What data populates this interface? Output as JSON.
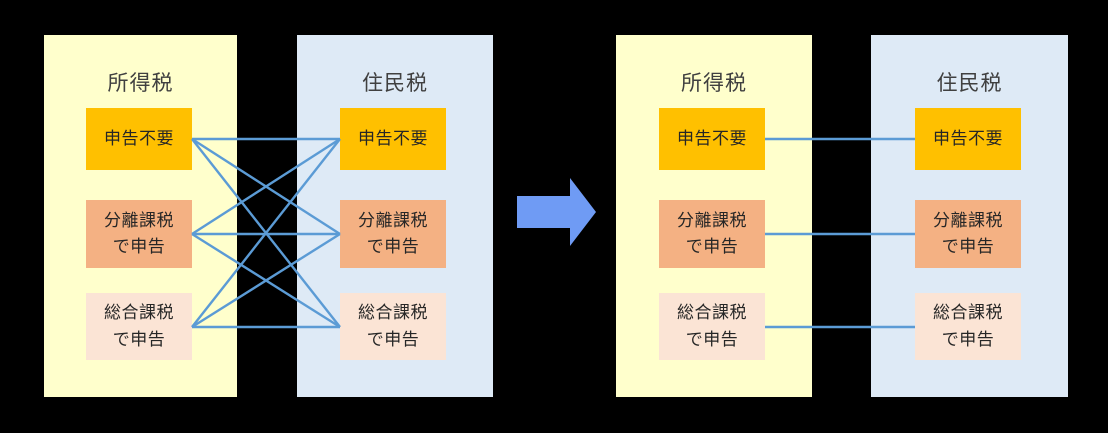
{
  "diagram": {
    "title_left_panel": "所得税",
    "title_right_panel": "住民税",
    "nodes": {
      "no_filing": "申告不要",
      "separate_line1": "分離課税",
      "separate_line2": "で申告",
      "aggregate_line1": "総合課税",
      "aggregate_line2": "で申告"
    },
    "colors": {
      "panel_income": "#ffffcc",
      "panel_resident": "#deeaf6",
      "node_gold": "#ffc000",
      "node_salmon": "#f4b183",
      "node_palepink": "#fbe4d5",
      "connector": "#5b9bd5",
      "arrow": "#6f9bf4",
      "background": "#000000"
    },
    "before": {
      "label": "before",
      "income_panel_title": "所得税",
      "resident_panel_title": "住民税",
      "income_nodes": [
        {
          "id": "no-filing",
          "label": "申告不要",
          "label2": "",
          "style": "gold"
        },
        {
          "id": "separate",
          "label": "分離課税",
          "label2": "で申告",
          "style": "salmon"
        },
        {
          "id": "aggregate",
          "label": "総合課税",
          "label2": "で申告",
          "style": "palepink"
        }
      ],
      "resident_nodes": [
        {
          "id": "no-filing",
          "label": "申告不要",
          "label2": "",
          "style": "gold"
        },
        {
          "id": "separate",
          "label": "分離課税",
          "label2": "で申告",
          "style": "salmon"
        },
        {
          "id": "aggregate",
          "label": "総合課税",
          "label2": "で申告",
          "style": "palepink"
        }
      ],
      "connections": [
        {
          "from": "no-filing",
          "to": "no-filing"
        },
        {
          "from": "no-filing",
          "to": "separate"
        },
        {
          "from": "no-filing",
          "to": "aggregate"
        },
        {
          "from": "separate",
          "to": "no-filing"
        },
        {
          "from": "separate",
          "to": "separate"
        },
        {
          "from": "separate",
          "to": "aggregate"
        },
        {
          "from": "aggregate",
          "to": "no-filing"
        },
        {
          "from": "aggregate",
          "to": "separate"
        },
        {
          "from": "aggregate",
          "to": "aggregate"
        }
      ],
      "connection_count": 9
    },
    "transition_arrow": {
      "name": "right-block-arrow",
      "direction": "right"
    },
    "after": {
      "label": "after",
      "income_panel_title": "所得税",
      "resident_panel_title": "住民税",
      "income_nodes": [
        {
          "id": "no-filing",
          "label": "申告不要",
          "label2": "",
          "style": "gold"
        },
        {
          "id": "separate",
          "label": "分離課税",
          "label2": "で申告",
          "style": "salmon"
        },
        {
          "id": "aggregate",
          "label": "総合課税",
          "label2": "で申告",
          "style": "palepink"
        }
      ],
      "resident_nodes": [
        {
          "id": "no-filing",
          "label": "申告不要",
          "label2": "",
          "style": "gold"
        },
        {
          "id": "separate",
          "label": "分離課税",
          "label2": "で申告",
          "style": "salmon"
        },
        {
          "id": "aggregate",
          "label": "総合課税",
          "label2": "で申告",
          "style": "palepink"
        }
      ],
      "connections": [
        {
          "from": "no-filing",
          "to": "no-filing"
        },
        {
          "from": "separate",
          "to": "separate"
        },
        {
          "from": "aggregate",
          "to": "aggregate"
        }
      ],
      "connection_count": 3
    }
  }
}
